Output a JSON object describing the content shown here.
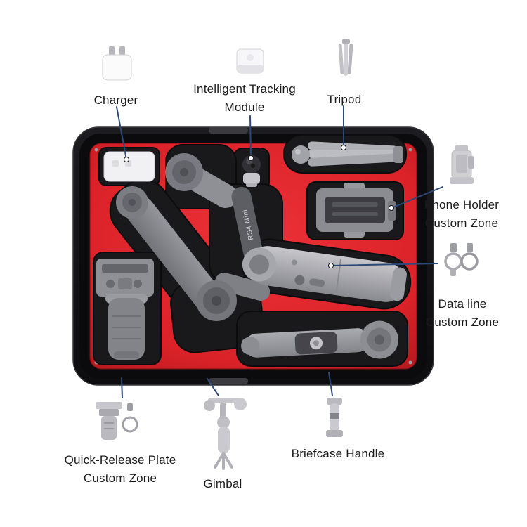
{
  "colors": {
    "background": "#ffffff",
    "case_shell": "#121214",
    "case_rim": "#0b0b0d",
    "foam_red": "#e0262c",
    "cutout_dark": "#19191c",
    "item_gray": "#8d8d94",
    "item_light_gray": "#c7c7cd",
    "callout_line": "#2b4a78",
    "callout_dot": "#ffffff",
    "label_text": "#1b1b1d"
  },
  "case_markings": {
    "gimbal_model": "RS4 Mini"
  },
  "callouts": {
    "charger": {
      "label_lines": [
        "Charger"
      ],
      "icon": "charger-icon"
    },
    "tracking_module": {
      "label_lines": [
        "Intelligent Tracking",
        "Module"
      ],
      "icon": "tracking-module-icon"
    },
    "tripod": {
      "label_lines": [
        "Tripod"
      ],
      "icon": "tripod-icon"
    },
    "phone_holder": {
      "label_lines": [
        "Phone Holder",
        "Custom Zone"
      ],
      "icon": "phone-holder-icon"
    },
    "data_line": {
      "label_lines": [
        "Data line",
        "Custom Zone"
      ],
      "icon": "data-cable-icon"
    },
    "quick_release": {
      "label_lines": [
        "Quick-Release Plate",
        "Custom Zone"
      ],
      "icon": "quick-release-plate-icon"
    },
    "gimbal": {
      "label_lines": [
        "Gimbal"
      ],
      "icon": "gimbal-icon"
    },
    "briefcase_handle": {
      "label_lines": [
        "Briefcase Handle"
      ],
      "icon": "briefcase-handle-icon"
    }
  },
  "case_items": [
    "charger",
    "intelligent-tracking-module",
    "tripod",
    "phone-holder",
    "gimbal-assembly",
    "gimbal-grip",
    "quick-release-plate",
    "briefcase-handle"
  ]
}
